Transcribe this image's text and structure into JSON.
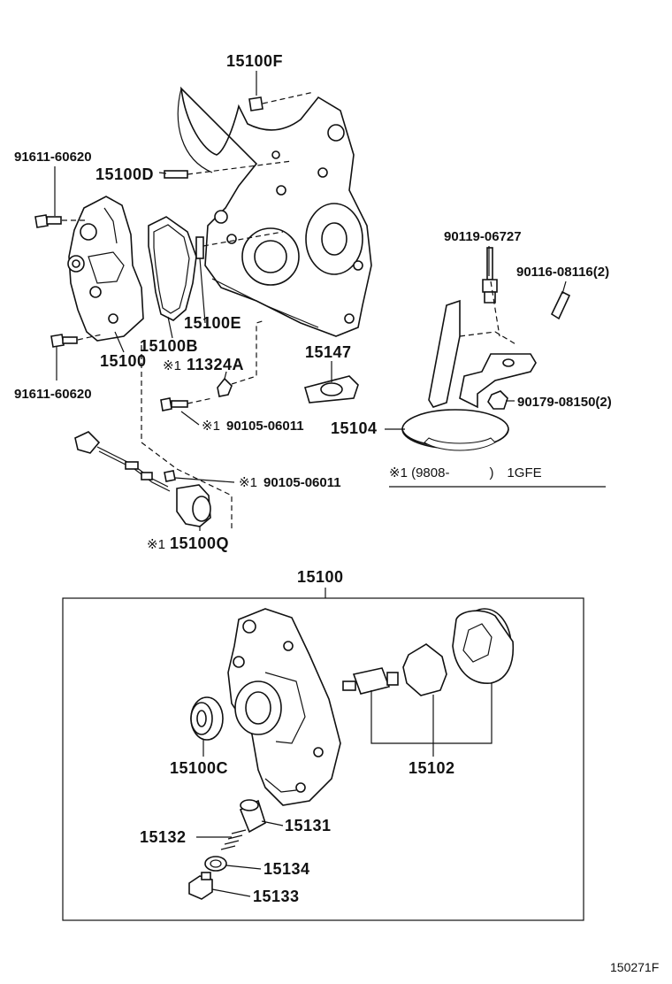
{
  "labels": {
    "p15100F": "15100F",
    "p91611_top": "91611-60620",
    "p15100D": "15100D",
    "p90119": "90119-06727",
    "p90116": "90116-08116(2)",
    "p15100E": "15100E",
    "p15100B": "15100B",
    "p15100_upper": "15100",
    "p91611_bottom": "91611-60620",
    "p11324A": "11324A",
    "p15147": "15147",
    "p90179": "90179-08150(2)",
    "p90105_a": "90105-06011",
    "p15104": "15104",
    "p90105_b": "90105-06011",
    "p15100Q": "15100Q",
    "p15100_box": "15100",
    "p15100C": "15100C",
    "p15102": "15102",
    "p15132": "15132",
    "p15131": "15131",
    "p15134": "15134",
    "p15133": "15133"
  },
  "marks": {
    "m11324A": "※1",
    "m90105_a": "※1",
    "m90105_b": "※1",
    "m15100Q": "※1"
  },
  "note": {
    "applicability": "※1 (9808-　　　)　1GFE"
  },
  "figure_code": "150271F"
}
